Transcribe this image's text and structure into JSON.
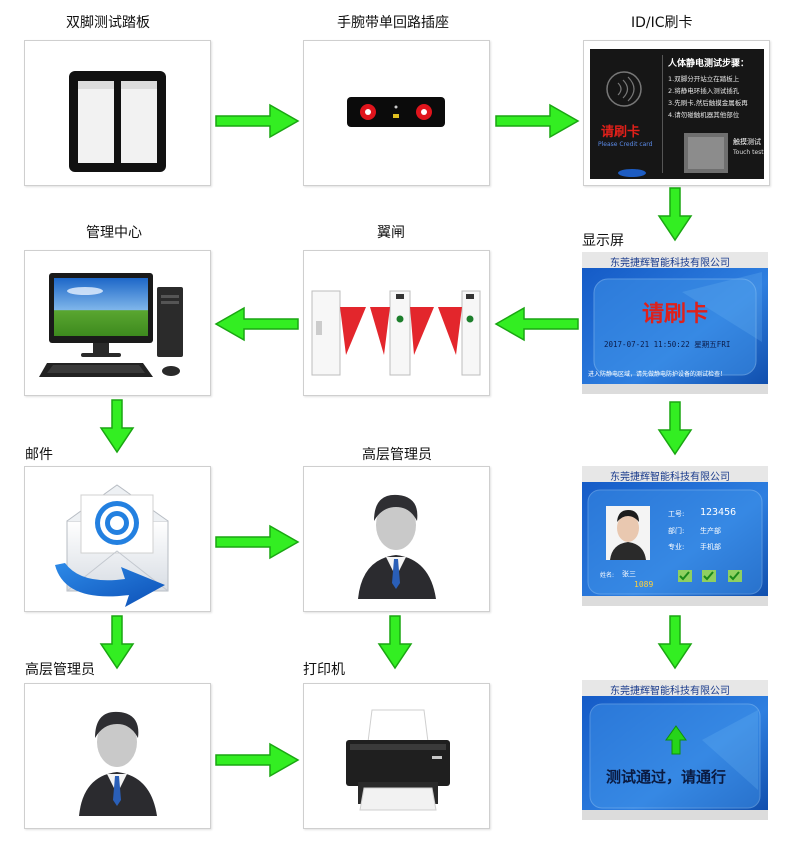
{
  "labels": {
    "pedal": "双脚测试踏板",
    "wrist": "手腕带单回路插座",
    "card": "ID/IC刷卡",
    "mgmt": "管理中心",
    "gate": "翼闸",
    "display": "显示屏",
    "mail": "邮件",
    "senior_top": "高层管理员",
    "senior_bottom": "高层管理员",
    "printer": "打印机"
  },
  "card_panel": {
    "heading": "人体静电测试步骤：",
    "steps": [
      "1.双脚分开站立在踏板上",
      "2.将静电环插入测试插孔",
      "3.先刷卡,然后触摸金属板再",
      "4.请勿碰触机器其他部位"
    ],
    "swipe": "请刷卡",
    "swipe_en": "Please Credit card",
    "touch": "触摸测试",
    "touch_en": "Touch test"
  },
  "screens": {
    "company": "东莞捷辉智能科技有限公司",
    "prompt": "请刷卡",
    "datetime": "2017-07-21 11:50:22 星期五FRI",
    "footer": "进入防静电区域，请先做静电防护设备的测试检查！",
    "id_label": "工号:",
    "id_value": "123456",
    "dept_label": "部门:",
    "dept_value": "生产部",
    "job_label": "专业:",
    "job_value": "手机部",
    "name_label": "姓名:",
    "name_value": "张三",
    "count_value": "1089",
    "pass_text": "测试通过，请通行"
  },
  "colors": {
    "arrow": "#33ee22",
    "arrow_dark": "#1aa612",
    "screen_blue": "#1e63c8",
    "wing_red": "#e3262c",
    "prompt_red": "#e0201a"
  }
}
